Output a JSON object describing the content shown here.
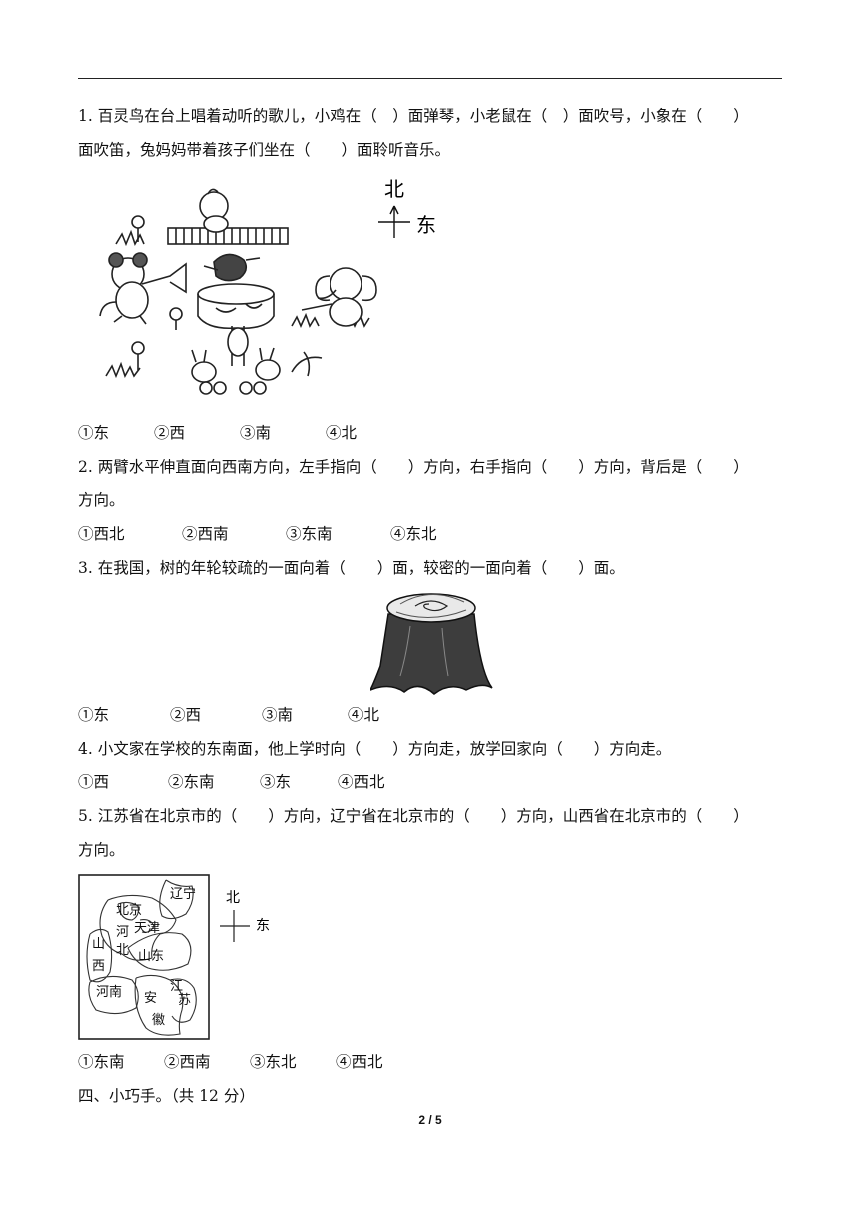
{
  "q1": {
    "line1": "1. 百灵鸟在台上唱着动听的歌儿，小鸡在（　）面弹琴，小老鼠在（　）面吹号，小象在（　　）",
    "line2": "面吹笛，兔妈妈带着孩子们坐在（　　）面聆听音乐。",
    "compass": {
      "north": "北",
      "east": "东"
    },
    "options": [
      "①东",
      "②西",
      "③南",
      "④北"
    ]
  },
  "q2": {
    "line1": "2. 两臂水平伸直面向西南方向，左手指向（　　）方向，右手指向（　　）方向，背后是（　　）",
    "line2": "方向。",
    "options": [
      "①西北",
      "②西南",
      "③东南",
      "④东北"
    ]
  },
  "q3": {
    "line1": "3. 在我国，树的年轮较疏的一面向着（　　）面，较密的一面向着（　　）面。",
    "options": [
      "①东",
      "②西",
      "③南",
      "④北"
    ]
  },
  "q4": {
    "line1": "4. 小文家在学校的东南面，他上学时向（　　）方向走，放学回家向（　　）方向走。",
    "options": [
      "①西",
      "②东南",
      "③东",
      "④西北"
    ]
  },
  "q5": {
    "line1": "5. 江苏省在北京市的（　　）方向，辽宁省在北京市的（　　）方向，山西省在北京市的（　　）",
    "line2": "方向。",
    "map_labels": {
      "liaoning": "辽宁",
      "beijing": "北京",
      "tianjin": "天津",
      "hebei_1": "河",
      "hebei_2": "北",
      "shanxi_1": "山",
      "shanxi_2": "西",
      "shandong": "山东",
      "henan": "河南",
      "anhui_1": "安",
      "anhui_2": "徽",
      "jiangsu_1": "江",
      "jiangsu_2": "苏"
    },
    "compass": {
      "north": "北",
      "east": "东"
    },
    "options": [
      "①东南",
      "②西南",
      "③东北",
      "④西北"
    ]
  },
  "section4": "四、小巧手。（共 12 分）",
  "page_number": "2 / 5"
}
